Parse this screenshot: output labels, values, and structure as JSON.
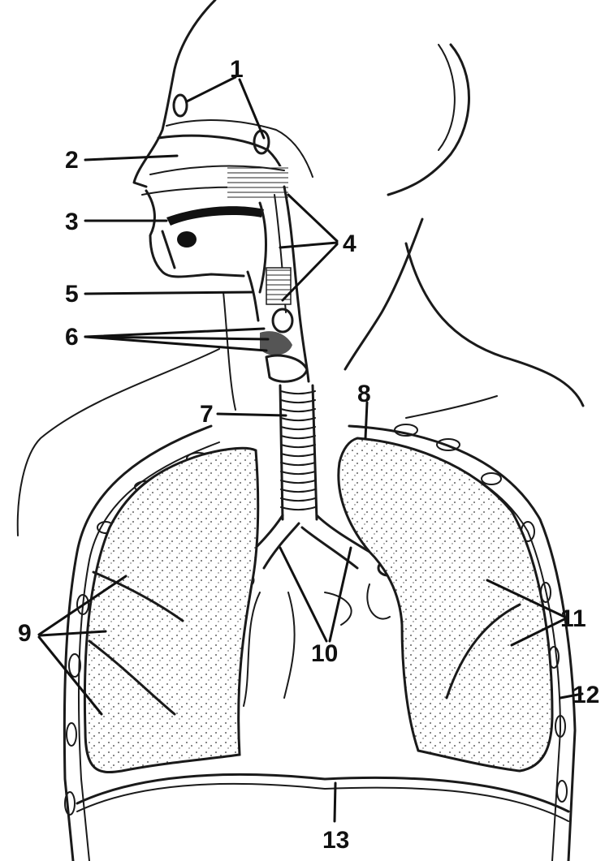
{
  "labels": {
    "l1": "1",
    "l2": "2",
    "l3": "3",
    "l4": "4",
    "l5": "5",
    "l6": "6",
    "l7": "7",
    "l8": "8",
    "l9": "9",
    "l10": "10",
    "l11": "11",
    "l12": "12",
    "l13": "13"
  },
  "colors": {
    "ink": "#1a1a1a",
    "paper": "#ffffff"
  }
}
